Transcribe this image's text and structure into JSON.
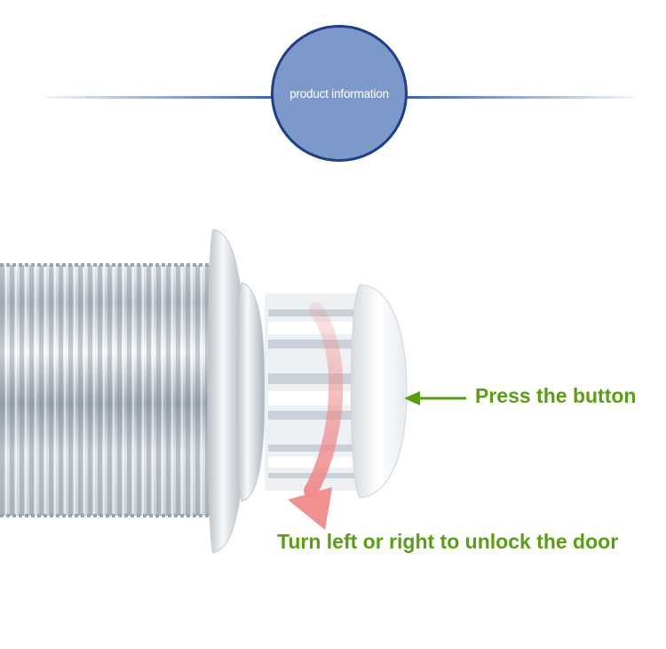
{
  "header": {
    "badge_text": "product information",
    "badge_color": "#7d99c9",
    "badge_border_color": "#1f3f8a",
    "line_color": "#3a5da8"
  },
  "annotations": {
    "press_text": "Press the button",
    "turn_text": "Turn left or right to unlock the door",
    "text_color": "#5a9e12",
    "rotate_arrow_color": "#f08a8a"
  },
  "product": {
    "description_icon": "chrome-push-button-cylinder-lock-icon"
  }
}
